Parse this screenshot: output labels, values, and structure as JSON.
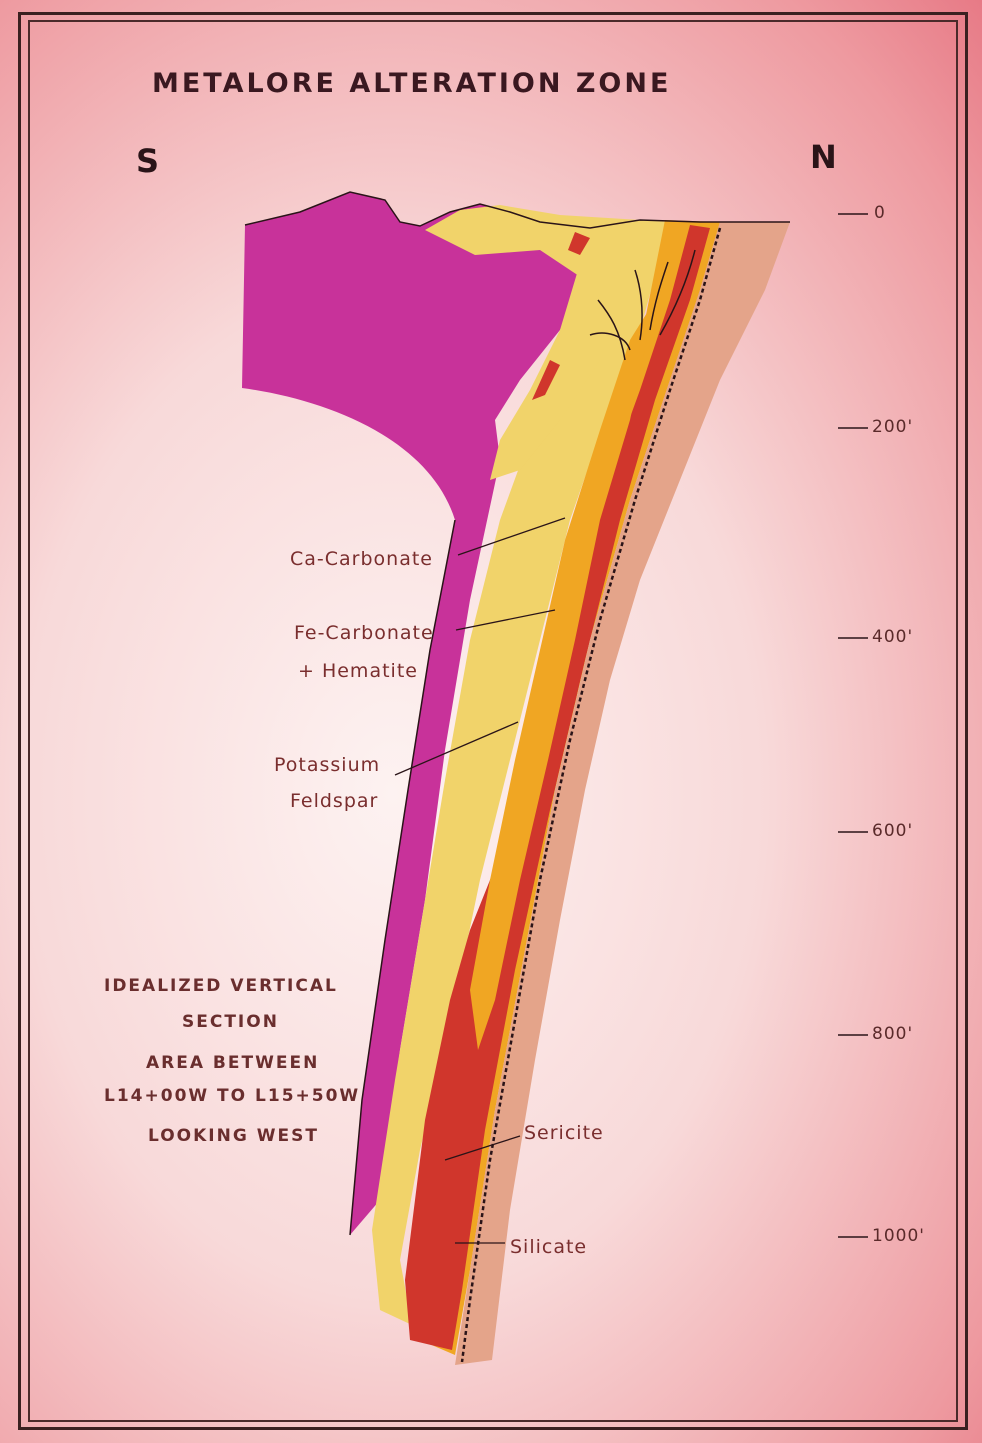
{
  "title": "METALORE  ALTERATION  ZONE",
  "directions": {
    "south": "S",
    "north": "N"
  },
  "depth_scale": {
    "d0": "0",
    "d200": "200'",
    "d400": "400'",
    "d600": "600'",
    "d800": "800'",
    "d1000": "1000'"
  },
  "zones": {
    "ca_carbonate": "Ca-Carbonate",
    "fe_carbonate": "Fe-Carbonate",
    "fe_carbonate_2": "+ Hematite",
    "potassium_1": "Potassium",
    "potassium_2": "Feldspar",
    "sericite": "Sericite",
    "silicate": "Silicate"
  },
  "note": {
    "line1": "IDEALIZED  VERTICAL",
    "line2": "SECTION",
    "line3": "AREA  BETWEEN",
    "line4": "L14+00W  TO  L15+50W",
    "line5": "LOOKING  WEST"
  },
  "colors": {
    "host_rock": "#c8329a",
    "ca_carbonate": "#f1d36a",
    "fe_carbonate": "#f0a623",
    "hematite": "#d0362c",
    "sericite": "#e4a48a",
    "frame": "#3a2020"
  }
}
